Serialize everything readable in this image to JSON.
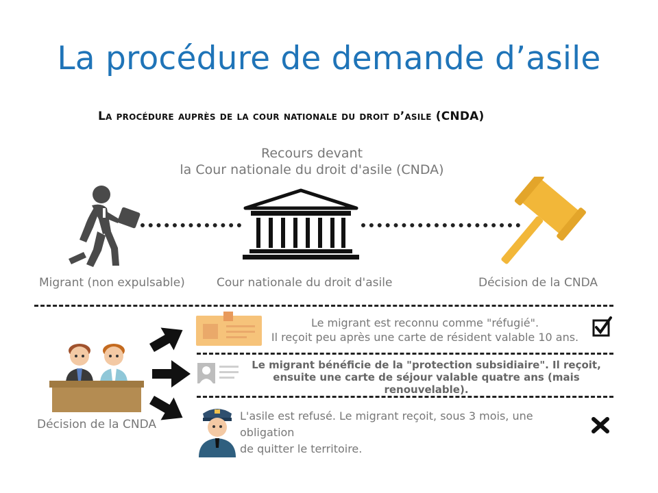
{
  "title": "La procédure de demande d’asile",
  "subtitle": "La procédure auprès de la cour nationale du droit d’asile (CNDA)",
  "recours": {
    "line1": "Recours devant",
    "line2": "la Cour nationale du droit d'asile (CNDA)"
  },
  "captions": {
    "migrant": "Migrant (non expulsable)",
    "court": "Cour nationale du droit d'asile",
    "decision_top": "Décision de la CNDA",
    "decision_bottom": "Décision de la CNDA"
  },
  "outcomes": [
    {
      "line1": "Le migrant est reconnu comme \"réfugié\".",
      "line2": "Il reçoit peu après une carte de résident valable 10 ans.",
      "mark": "check-icon"
    },
    {
      "line1": "Le migrant bénéficie de la \"protection subsidiaire\". Il reçoit,",
      "line2": "ensuite une carte de séjour valable  quatre ans (mais",
      "line3": "renouvelable)."
    },
    {
      "line1": "L'asile est refusé. Le migrant reçoit, sous 3 mois, une obligation",
      "line2": "de quitter le territoire.",
      "mark": "cross-icon"
    }
  ],
  "colors": {
    "title": "#1f74b8",
    "gavel": "#f2b739",
    "card": "#f6c37a",
    "figure": "#4a4a4a"
  }
}
